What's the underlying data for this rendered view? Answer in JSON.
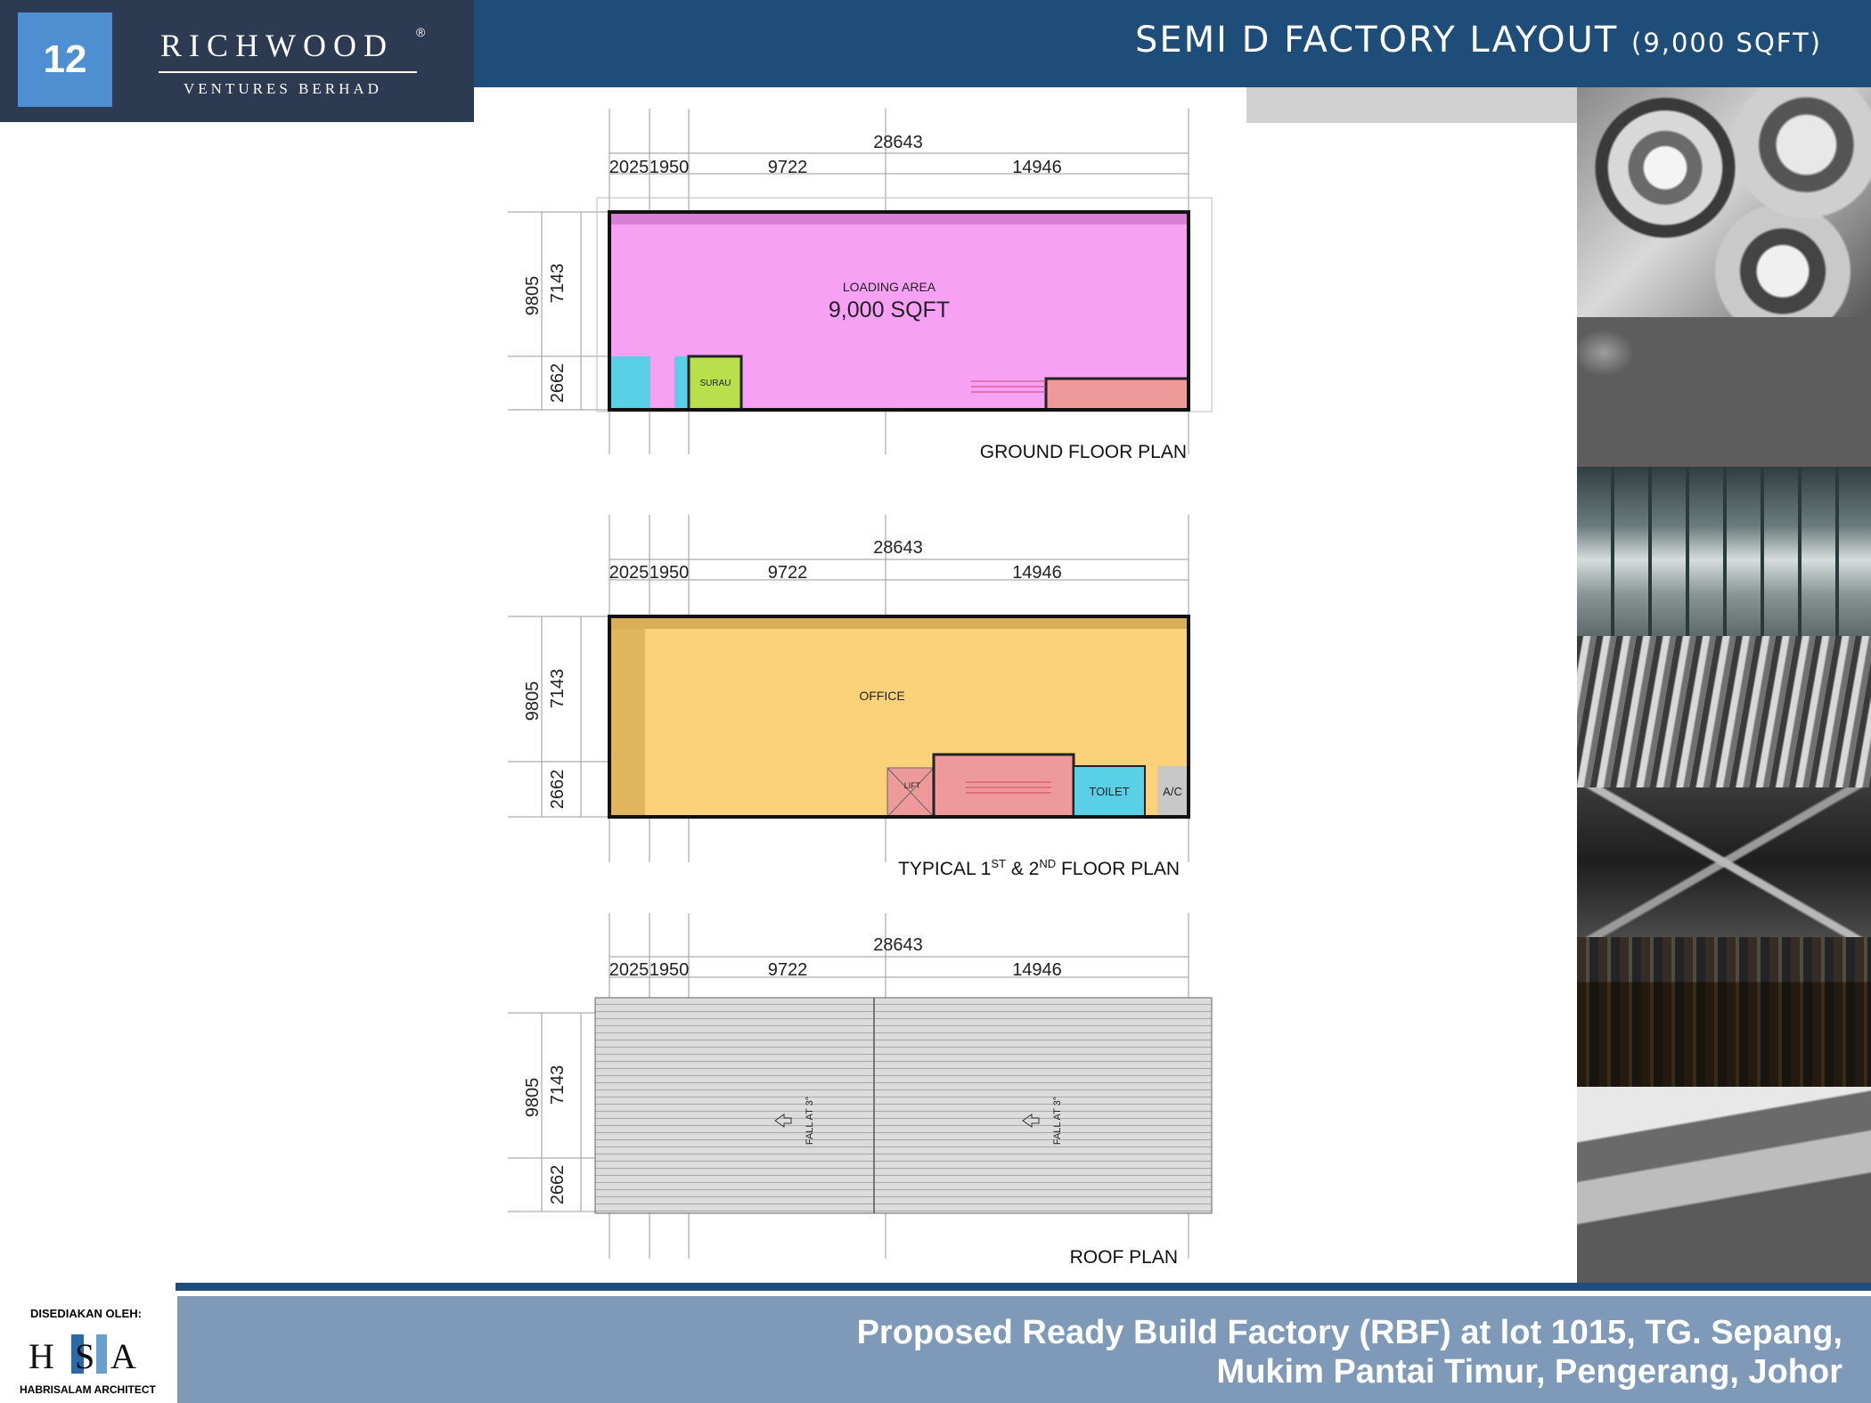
{
  "header": {
    "page_number": "12",
    "brand_name": "RICHWOOD",
    "brand_registered": "®",
    "brand_subtitle": "VENTURES BERHAD",
    "title": "SEMI D FACTORY LAYOUT",
    "title_sub": "(9,000 SQFT)"
  },
  "plans": {
    "dimensions": {
      "overall": "28643",
      "segments": [
        "2025",
        "1950",
        "9722",
        "14946"
      ],
      "depth_total": "9805",
      "depth_main": "7143",
      "depth_back": "2662"
    },
    "ground": {
      "caption": "GROUND FLOOR PLAN",
      "room_label": "LOADING AREA",
      "area_label": "9,000 SQFT",
      "surau_label": "SURAU"
    },
    "typical": {
      "caption_pre": "TYPICAL 1",
      "caption_sup1": "ST",
      "caption_mid": " & 2",
      "caption_sup2": "ND",
      "caption_post": " FLOOR PLAN",
      "office_label": "OFFICE",
      "lift_label": "LIFT",
      "toilet_label": "TOILET",
      "ac_label": "A/C"
    },
    "roof": {
      "caption": "ROOF PLAN",
      "fall_label": "FALL AT 3°"
    }
  },
  "photos": [
    "steel-rings-photo",
    "river-stones-photo",
    "warehouse-interior-photo",
    "metal-sheets-photo",
    "roof-structure-photo",
    "factory-floor-photo",
    "river-landscape-photo"
  ],
  "footer": {
    "line1": "Proposed Ready Build Factory (RBF)  at lot 1015, TG. Sepang,",
    "line2": "Mukim Pantai Timur, Pengerang, Johor",
    "prepared_by": "DISEDIAKAN OLEH:",
    "architect_logo": "HSA",
    "architect_name": "HABRISALAM ARCHITECT"
  },
  "colors": {
    "header": "#1f4d7a",
    "logo_box": "#2c3a52",
    "page_badge": "#4e8fd1",
    "footer": "#7e9ab8",
    "loading_area": "#f7a1f5",
    "office": "#fbd27a",
    "toilet": "#5ad0e6",
    "surau": "#b9e04a",
    "stair": "#ef9a9a"
  }
}
